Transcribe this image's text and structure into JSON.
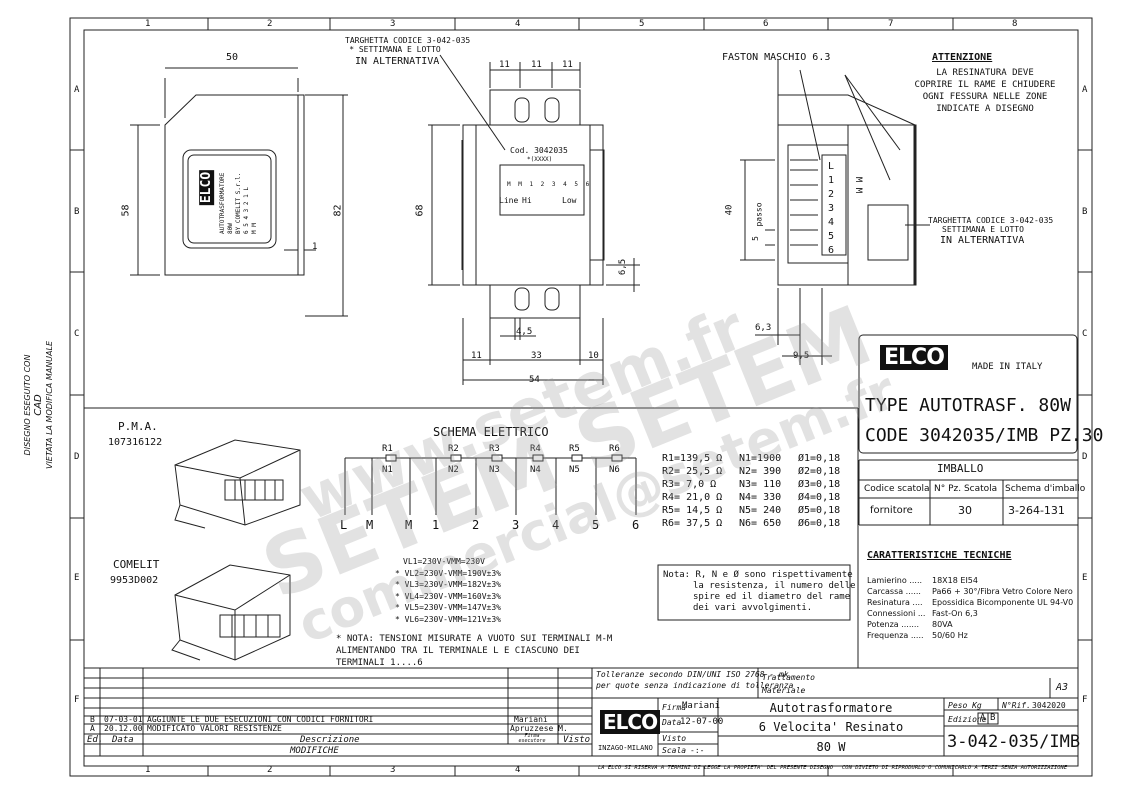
{
  "grid": {
    "columns": [
      "1",
      "2",
      "3",
      "4",
      "5",
      "6",
      "7",
      "8"
    ],
    "rows": [
      "A",
      "B",
      "C",
      "D",
      "E",
      "F"
    ]
  },
  "side_note": {
    "line1": "DISEGNO ESEGUITO CON",
    "line2": "CAD",
    "line3": "VIETATA LA MODIFICA MANUALE"
  },
  "dims": {
    "d50": "50",
    "d58": "58",
    "d82": "82",
    "d1": "1",
    "d11a": "11",
    "d11b": "11",
    "d11c": "11",
    "d68": "68",
    "d6_5": "6,5",
    "d4_5": "4,5",
    "d11d": "11",
    "d33": "33",
    "d10": "10",
    "d54": "54",
    "d40": "40",
    "d5": "5",
    "passo": "passo",
    "d6_3": "6,3",
    "d9_5": "9,5"
  },
  "label_top": {
    "line1": "TARGHETTA CODICE 3-042-035",
    "line2": "* SETTIMANA E LOTTO",
    "line3": "IN ALTERNATIVA"
  },
  "label_right": {
    "line1": "TARGHETTA CODICE 3-042-035",
    "line2": "SETTIMANA E LOTTO",
    "line3": "IN ALTERNATIVA"
  },
  "faston": "FASTON MASCHIO 6.3",
  "attention": {
    "title": "ATTENZIONE",
    "lines": [
      "LA RESINATURA DEVE",
      "COPRIRE IL RAME E CHIUDERE",
      "OGNI FESSURA  NELLE ZONE",
      "INDICATE A DISEGNO"
    ]
  },
  "front_label": {
    "cod": "Cod. 3042035",
    "xxxx": "*(XXXX)",
    "line": "Line",
    "hi": "Hi",
    "low": "Low",
    "pins": "M M 1 2 3 4 5 6"
  },
  "side_pins": [
    "L",
    "1",
    "2",
    "3",
    "4",
    "5",
    "6"
  ],
  "side_pins_mm": "M M",
  "plate": {
    "brand": "ELCO",
    "l1": "AUTOTRASFORMATORE",
    "l2": "80W",
    "l3": "BY COMELIT S.r.l.",
    "l4": "6 5 4 3 2 1 L",
    "l5": "M M"
  },
  "pma": {
    "title": "P.M.A.",
    "code": "107316122"
  },
  "comelit": {
    "title": "COMELIT",
    "code": "9953D002"
  },
  "schema": {
    "title": "SCHEMA ELETTRICO",
    "r_labels": [
      "R1",
      "R2",
      "R3",
      "R4",
      "R5",
      "R6"
    ],
    "n_labels": [
      "N1",
      "N2",
      "N3",
      "N4",
      "N5",
      "N6"
    ],
    "terminals": [
      "L",
      "M",
      "M",
      "1",
      "2",
      "3",
      "4",
      "5",
      "6"
    ]
  },
  "specs": {
    "r": [
      "R1=139,5 Ω",
      "R2= 25,5 Ω",
      "R3=  7,0 Ω",
      "R4= 21,0 Ω",
      "R5= 14,5 Ω",
      "R6= 37,5 Ω"
    ],
    "n": [
      "N1=1900",
      "N2= 390",
      "N3= 110",
      "N4= 330",
      "N5= 240",
      "N6= 650"
    ],
    "o": [
      "Ø1=0,18",
      "Ø2=0,18",
      "Ø3=0,18",
      "Ø4=0,18",
      "Ø5=0,18",
      "Ø6=0,18"
    ]
  },
  "voltages": [
    "VL1=230V-VMM=230V",
    "* VL2=230V-VMM=190V±3%",
    "* VL3=230V-VMM=182V±3%",
    "* VL4=230V-VMM=160V±3%",
    "* VL5=230V-VMM=147V±3%",
    "* VL6=230V-VMM=121V±3%"
  ],
  "note_bottom": [
    "* NOTA: TENSIONI MISURATE A VUOTO SUI TERMINALI M-M",
    "ALIMENTANDO TRA IL TERMINALE L E CIASCUNO DEI",
    "TERMINALI 1....6"
  ],
  "note_right": [
    "Nota: R, N e Ø sono rispettivamente",
    "la resistenza, il numero delle",
    "spire ed il diametro del rame",
    "dei vari avvolgimenti."
  ],
  "type_box": {
    "logo": "ELCO",
    "made": "MADE IN ITALY",
    "type": "TYPE AUTOTRASF. 80W",
    "code": "CODE 3042035/IMB PZ.30"
  },
  "imballo": {
    "title": "IMBALLO",
    "headers": [
      "Codice scatola",
      "N° Pz. Scatola",
      "Schema d'imballo"
    ],
    "values": [
      "fornitore",
      "30",
      "3-264-131"
    ]
  },
  "caratteristiche": {
    "title": "CARATTERISTICHE TECNICHE",
    "rows": [
      [
        "Lamierino .....",
        "18X18 EI54"
      ],
      [
        "Carcassa ......",
        "Pa66 + 30°/Fibra Vetro Colore Nero"
      ],
      [
        "Resinatura ....",
        "Epossidica Bicomponente UL 94-V0"
      ],
      [
        "Connessioni ...",
        "Fast-On 6,3"
      ],
      [
        "Potenza .......",
        "80VA"
      ],
      [
        "Frequenza .....",
        "50/60 Hz"
      ]
    ]
  },
  "revisions": [
    {
      "ed": "B",
      "date": "07-03-01",
      "desc": "AGGIUNTE LE DUE ESECUZIONI CON CODICI FORNITORI",
      "firm": "Mariani"
    },
    {
      "ed": "A",
      "date": "20.12.00",
      "desc": "MODIFICATO VALORI RESISTENZE",
      "firm": "Apruzzese M."
    }
  ],
  "rev_headers": {
    "ed": "Ed.",
    "data": "Data",
    "desc": "Descrizione",
    "firma": "Firma esecutore",
    "visto": "Visto",
    "modifiche": "MODIFICHE"
  },
  "title_block": {
    "toll1": "Tolleranze secondo DIN/UNI ISO 2768 - mk",
    "toll2": "per quote senza indicazione di tolleranza",
    "trattamento": "Trattamento",
    "materiale": "Materiale",
    "format": "A3",
    "logo": "ELCO",
    "city": "INZAGO-MILANO",
    "firma_label": "Firma",
    "firma": "Mariani",
    "data_label": "Data",
    "data": "12-07-00",
    "visto_label": "Visto",
    "scala_label": "Scala",
    "scala": "-:-",
    "name1": "Autotrasformatore",
    "name2": "6 Velocita' Resinato",
    "name3": "80 W",
    "peso_label": "Peso Kg",
    "nrif_label": "N°Rif.",
    "nrif": "3042020",
    "edizione_label": "Edizione",
    "ed_a": "A",
    "ed_b": "B",
    "number": "3-042-035/IMB",
    "footer_left": "LA ELCO  SI RISERVA A TERMINI DI LEGGE LA PROPIETA' DEL PRESENTE DISEGNO",
    "footer_right": "CON DIVIETO DI RIPRODURLO O COMUNICARLO A TERZI SENZA AUTORIZZAZIONE"
  },
  "watermark": {
    "w1": "www.setem.fr",
    "w2": "SETEM SETEM",
    "w3": "commercial@setem.fr"
  }
}
